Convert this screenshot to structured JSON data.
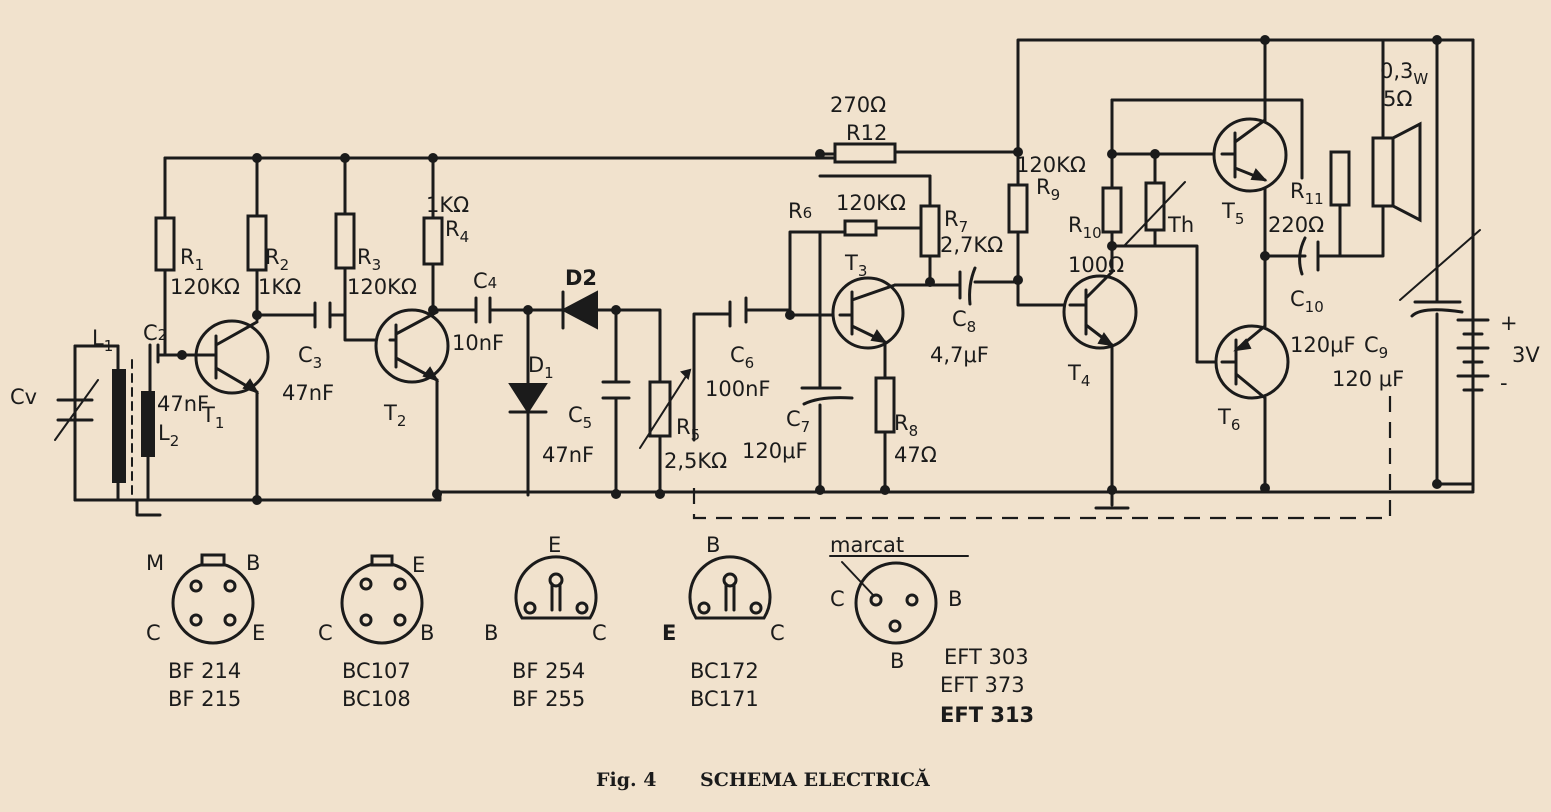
{
  "caption": {
    "fig": "Fig. 4",
    "title": "SCHEMA ELECTRICĂ"
  },
  "labels": {
    "cv": "Cv",
    "l1": "L",
    "l1_sub": "1",
    "l2": "L",
    "l2_sub": "2",
    "c2": "C",
    "c2_sub": "2",
    "c2_val": "47nF",
    "r1": "R",
    "r1_sub": "1",
    "r1_val": "120KΩ",
    "r2": "R",
    "r2_sub": "2",
    "r2_val": "1KΩ",
    "t1": "T",
    "t1_sub": "1",
    "c3": "C",
    "c3_sub": "3",
    "c3_val": "47nF",
    "r3": "R",
    "r3_sub": "3",
    "r3_val": "120KΩ",
    "r4": "R",
    "r4_sub": "4",
    "r4_val": "1KΩ",
    "t2": "T",
    "t2_sub": "2",
    "c4": "C",
    "c4_sub": "4",
    "c4_val": "10nF",
    "d1": "D",
    "d1_sub": "1",
    "d2": "D2",
    "c5": "C",
    "c5_sub": "5",
    "c5_val": "47nF",
    "r5": "R",
    "r5_sub": "5",
    "r5_val": "2,5KΩ",
    "c6": "C",
    "c6_sub": "6",
    "c6_val": "100nF",
    "c7": "C",
    "c7_sub": "7",
    "c7_val": "120μF",
    "r6": "R",
    "r6_sub": "6",
    "r6_val": "120KΩ",
    "t3": "T",
    "t3_sub": "3",
    "r12": "R12",
    "r12_val": "270Ω",
    "r7": "R",
    "r7_sub": "7",
    "r7_val": "2,7KΩ",
    "c8": "C",
    "c8_sub": "8",
    "c8_val": "4,7μF",
    "r8": "R",
    "r8_sub": "8",
    "r8_val": "47Ω",
    "r9": "R",
    "r9_sub": "9",
    "r9_val": "120KΩ",
    "r10": "R",
    "r10_sub": "10",
    "r10_val": "100Ω",
    "th": "Th",
    "t4": "T",
    "t4_sub": "4",
    "t5": "T",
    "t5_sub": "5",
    "t6": "T",
    "t6_sub": "6",
    "r11": "R",
    "r11_sub": "11",
    "r11_val": "220Ω",
    "c10": "C",
    "c10_sub": "10",
    "c10_val": "120μF",
    "c9": "C",
    "c9_sub": "9",
    "c9_val": "120 μF",
    "spk_w": "0,3",
    "spk_w_unit": "W",
    "spk_ohm": "5Ω",
    "bat_v": "3V",
    "bat_plus": "+",
    "bat_minus": "-"
  },
  "pinouts": [
    {
      "pins": {
        "top_left": "M",
        "top_right": "B",
        "left": "C",
        "right": "E"
      },
      "names": [
        "BF 214",
        "BF 215"
      ]
    },
    {
      "pins": {
        "top_right": "E",
        "left": "C",
        "right": "B"
      },
      "names": [
        "BC107",
        "BC108"
      ]
    },
    {
      "pins": {
        "top": "E",
        "left": "B",
        "right": "C"
      },
      "names": [
        "BF 254",
        "BF 255"
      ]
    },
    {
      "pins": {
        "top": "B",
        "left": "E",
        "right": "C"
      },
      "names": [
        "BC172",
        "BC171"
      ]
    },
    {
      "pins": {
        "top": "marcat",
        "left": "C",
        "right": "B",
        "bottom": "B"
      },
      "names": [
        "EFT 303",
        "EFT 373",
        "EFT 313"
      ]
    }
  ]
}
